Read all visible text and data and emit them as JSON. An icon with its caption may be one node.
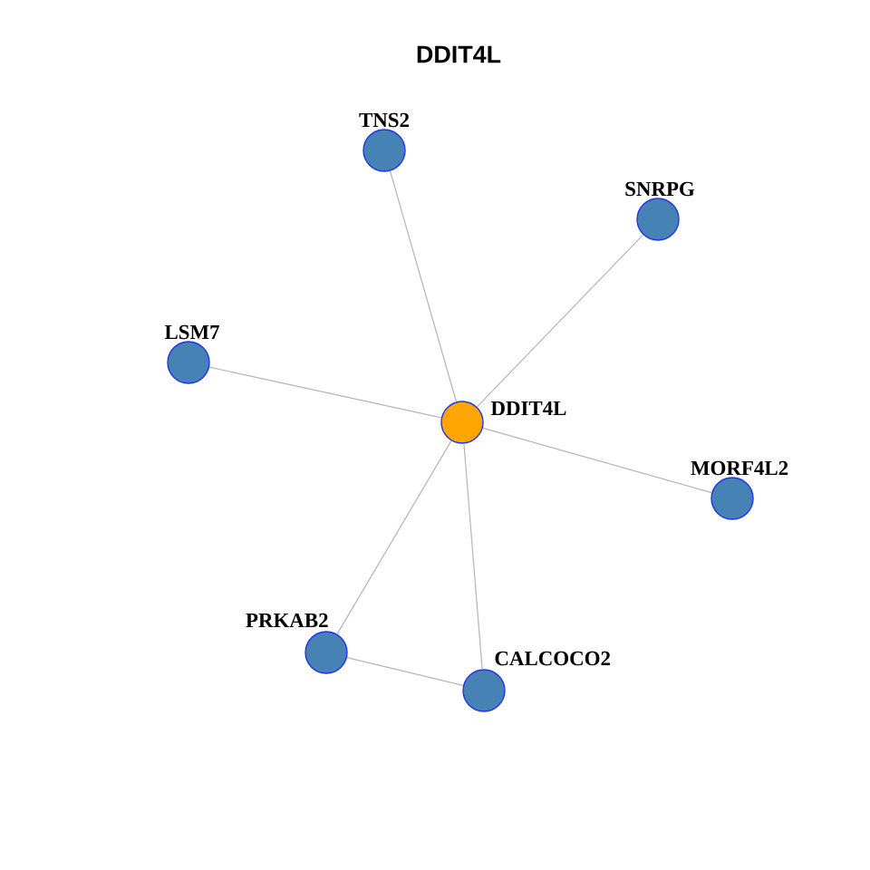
{
  "diagram": {
    "title": "DDIT4L",
    "nodes": [
      {
        "text": [
          "TNS2"
        ]
      },
      {
        "text": [
          "SNRPG"
        ]
      },
      {
        "text": [
          "LSM7"
        ]
      },
      {
        "text": [
          "DDIT4L"
        ]
      },
      {
        "text": [
          "MORF4L2"
        ]
      },
      {
        "text": [
          "PRKAB2"
        ]
      },
      {
        "text": [
          "CALCOCO2"
        ]
      }
    ],
    "edges": [
      {
        "from": 3,
        "to": 0,
        "arrow": "none"
      },
      {
        "from": 3,
        "to": 1,
        "arrow": "none"
      },
      {
        "from": 3,
        "to": 2,
        "arrow": "none"
      },
      {
        "from": 3,
        "to": 4,
        "arrow": "none"
      },
      {
        "from": 3,
        "to": 5,
        "arrow": "none"
      },
      {
        "from": 3,
        "to": 6,
        "arrow": "none"
      },
      {
        "from": 5,
        "to": 6,
        "arrow": "none"
      }
    ]
  }
}
